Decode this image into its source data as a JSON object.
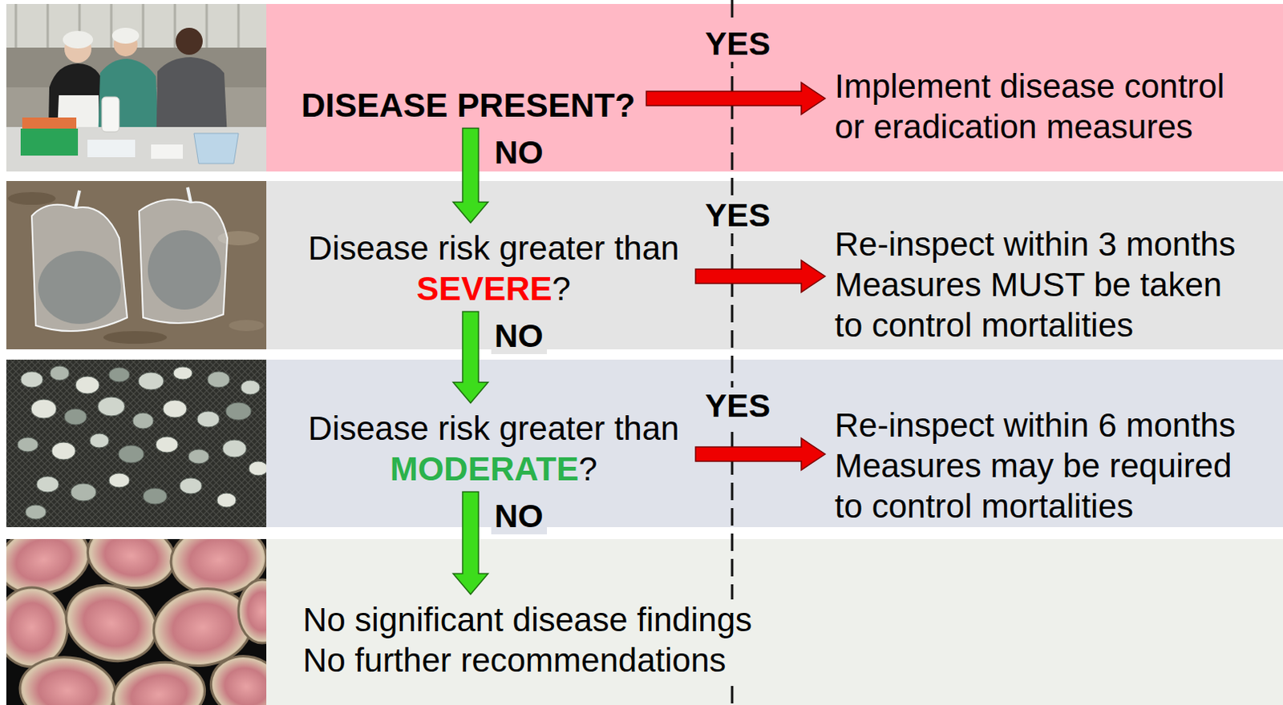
{
  "diagram": {
    "nodes": [
      {
        "text": []
      },
      {
        "text": [
          "DISEASE PRESENT?"
        ],
        "in": 0
      },
      {
        "text": [
          "Implement disease control or eradication measures"
        ],
        "in": 0
      },
      {
        "text": []
      },
      {
        "text": [
          "Disease risk greater than SEVERE?"
        ],
        "in": 3
      },
      {
        "text": [
          "Re-inspect within 3 months",
          "Measures MUST be taken to control mortalities"
        ],
        "in": 3
      },
      {
        "text": []
      },
      {
        "text": [
          "Disease risk greater than MODERATE?"
        ],
        "in": 6
      },
      {
        "text": [
          "Re-inspect within 6 months",
          "Measures may be required to control mortalities"
        ],
        "in": 6
      },
      {
        "text": []
      },
      {
        "text": [
          "No significant disease findings",
          "No further recommendations"
        ],
        "in": 9
      }
    ],
    "edges": [
      {
        "from": 1,
        "to": 2,
        "arrow": "to",
        "label": "YES"
      },
      {
        "from": 1,
        "to": 4,
        "arrow": "to",
        "label": "NO"
      },
      {
        "from": 4,
        "to": 5,
        "arrow": "to",
        "label": "YES"
      },
      {
        "from": 4,
        "to": 7,
        "arrow": "to",
        "label": "NO"
      },
      {
        "from": 7,
        "to": 8,
        "arrow": "to",
        "label": "YES"
      },
      {
        "from": 7,
        "to": 10,
        "arrow": "to",
        "label": "NO"
      }
    ]
  }
}
